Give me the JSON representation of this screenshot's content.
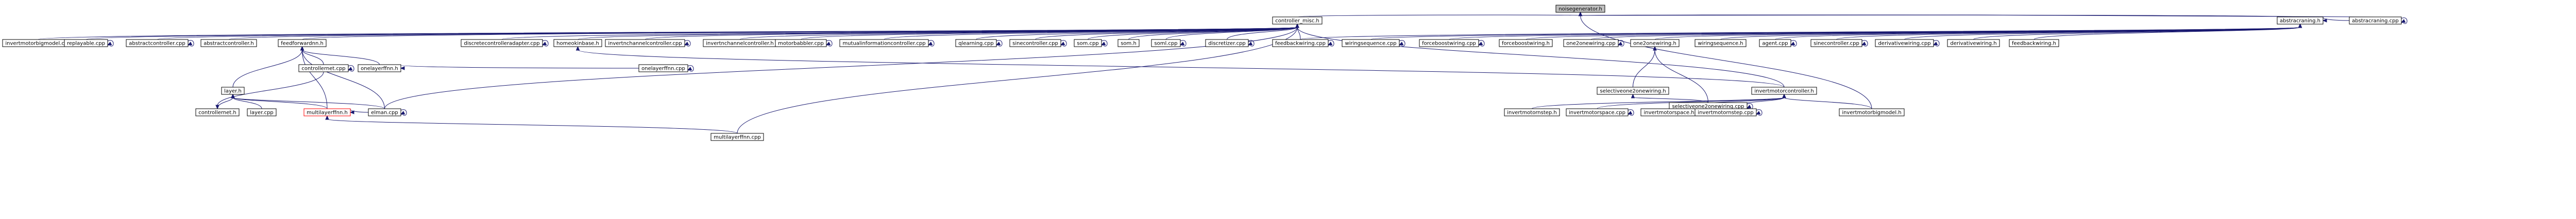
{
  "graph": {
    "colors": {
      "edge": "#191970",
      "root_fill": "#bfbfbf",
      "highlight_border": "#ff0000"
    },
    "nodes": {
      "noisegenerator_h": "noisegenerator.h",
      "controller_misc_h": "controller_misc.h",
      "abstracraning_h": "abstracraning.h",
      "abstracraning_cpp": "abstracraning.cpp",
      "invertmotorbigmodel_cpp": "invertmotorbigmodel.cpp",
      "replayable_cpp": "replayable.cpp",
      "abstractcontroller_cpp": "abstractcontroller.cpp",
      "abstractcontroller_h": "abstractcontroller.h",
      "feedforwardnn_h": "feedforwardnn.h",
      "discretecontrolleradapter_cpp": "discretecontrolleradapter.cpp",
      "homeokinbase_h": "homeokinbase.h",
      "invertnchannelcontroller_cpp": "invertnchannelcontroller.cpp",
      "invertnchannelcontroller_h": "invertnchannelcontroller.h",
      "motorbabbler_cpp": "motorbabbler.cpp",
      "mutualinformationcontroller_cpp": "mutualinformationcontroller.cpp",
      "qlearning_cpp": "qlearning.cpp",
      "sinecontroller_cpp": "sinecontroller.cpp",
      "som_cpp": "som.cpp",
      "som_h": "som.h",
      "soml_cpp": "soml.cpp",
      "discretizer_cpp": "discretizer.cpp",
      "feedbackwiring_cpp": "feedbackwiring.cpp",
      "wiringsequence_cpp": "wiringsequence.cpp",
      "forceboostwiring_cpp": "forceboostwiring.cpp",
      "forceboostwiring_h": "forceboostwiring.h",
      "one2onewiring_cpp": "one2onewiring.cpp",
      "one2onewiring_h": "one2onewiring.h",
      "wiringsequence_h": "wiringsequence.h",
      "agent_cpp": "agent.cpp",
      "sinecontroller_cpp2": "sinecontroller.cpp",
      "derivativewiring_cpp": "derivativewiring.cpp",
      "derivativewiring_h": "derivativewiring.h",
      "feedbackwiring_h": "feedbackwiring.h",
      "controllernet_cpp": "controllernet.cpp",
      "onelayerffnn_h": "onelayerffnn.h",
      "onelayerffnn_cpp": "onelayerffnn.cpp",
      "layer_h": "layer.h",
      "invertmotorcontroller_h": "invertmotorcontroller.h",
      "selectiveone2onewiring_h": "selectiveone2onewiring.h",
      "selectiveone2onewiring_cpp": "selectiveone2onewiring.cpp",
      "controllernet_h": "controllernet.h",
      "layer_cpp": "layer.cpp",
      "multilayerffnn_h": "multilayerffnn.h",
      "elman_cpp": "elman.cpp",
      "invertmotornstep_h": "invertmotornstep.h",
      "invertmotorspace_cpp": "invertmotorspace.cpp",
      "invertmotorspace_h": "invertmotorspace.h",
      "invertmotornstep_cpp": "invertmotornstep.cpp",
      "invertmotorbigmodel_h": "invertmotorbigmodel.h",
      "multilayerffnn_cpp": "multilayerffnn.cpp"
    }
  }
}
